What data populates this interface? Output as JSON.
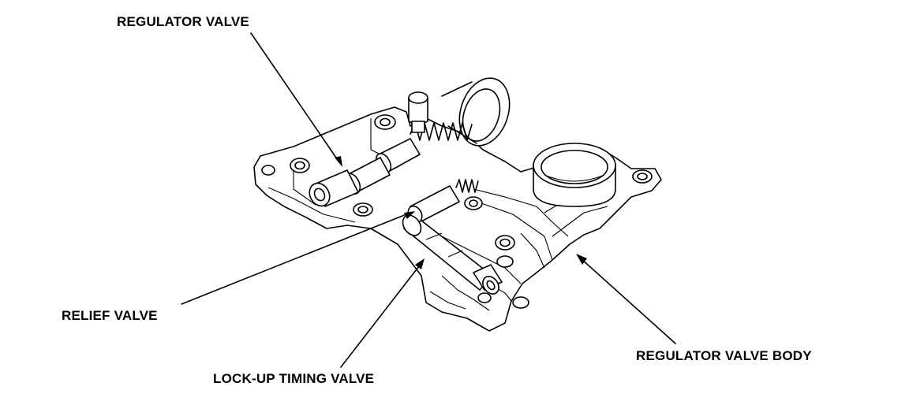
{
  "labels": {
    "regulator_valve": "REGULATOR VALVE",
    "relief_valve": "RELIEF VALVE",
    "lock_up_timing_valve": "LOCK-UP TIMING VALVE",
    "regulator_valve_body": "REGULATOR VALVE BODY"
  },
  "colors": {
    "ink": "#000000",
    "background": "#ffffff"
  }
}
